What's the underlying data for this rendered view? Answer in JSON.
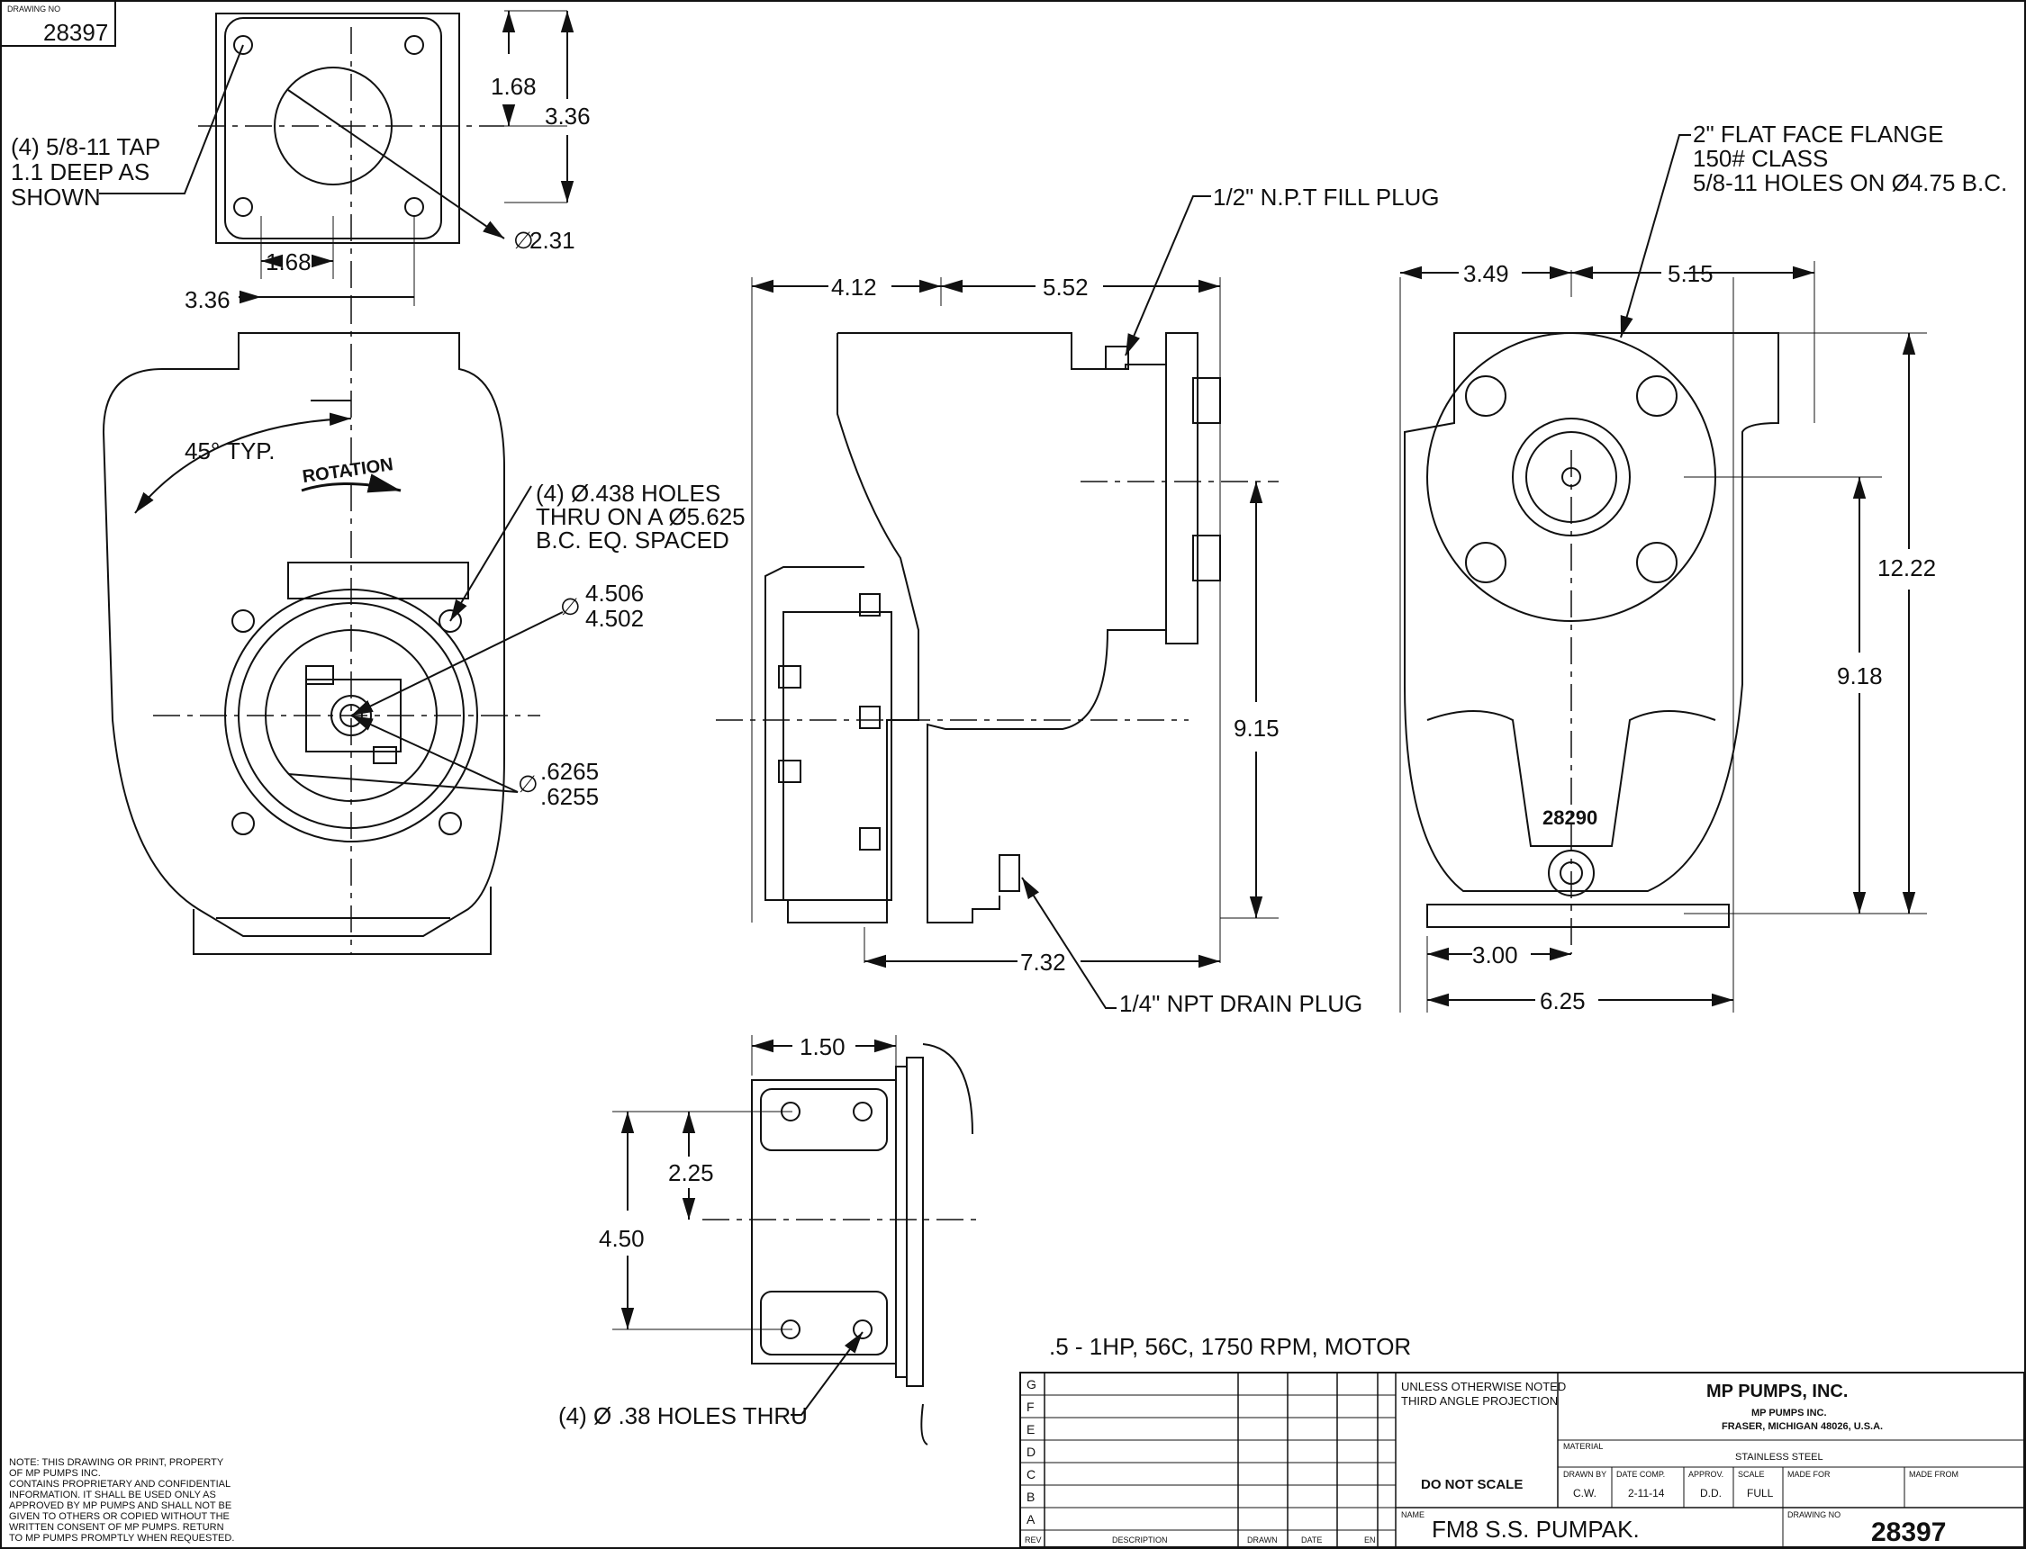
{
  "title_block_top": {
    "drawing_no_label": "DRAWING NO",
    "drawing_no": "28397"
  },
  "views": {
    "flange_top": {
      "tap_note": [
        "(4) 5/8-11 TAP",
        "1.1 DEEP AS",
        "SHOWN"
      ],
      "dims": {
        "v_half": "1.68",
        "v_full": "3.36",
        "bore": "2.31",
        "h_half": "1.68",
        "h_full": "3.36"
      }
    },
    "front": {
      "angle_note": "45° TYP.",
      "rotation": "ROTATION",
      "holes_note": [
        "(4) Ø.438 HOLES",
        "THRU ON A Ø5.625",
        "B.C.  EQ. SPACED"
      ],
      "pilot_dia": [
        "4.506",
        "4.502"
      ],
      "shaft_dia": [
        ".6265",
        ".6255"
      ]
    },
    "side": {
      "fill_plug": "1/2\" N.P.T FILL PLUG",
      "drain_plug": "1/4\" NPT DRAIN PLUG",
      "dims": {
        "left": "4.12",
        "right": "5.52",
        "height": "9.15",
        "length": "7.32"
      }
    },
    "outlet": {
      "flange_note": [
        "2\" FLAT FACE FLANGE",
        "150# CLASS",
        "5/8-11 HOLES ON Ø4.75 B.C."
      ],
      "casting_no": "28290",
      "dims": {
        "w_left": "3.49",
        "w_right": "5.15",
        "h_full": "12.22",
        "h_center": "9.18",
        "base_half": "3.00",
        "base_full": "6.25"
      }
    },
    "foot": {
      "dims": {
        "offset": "1.50",
        "half": "2.25",
        "full": "4.50"
      },
      "holes_note": "(4) Ø .38 HOLES THRU"
    }
  },
  "motor_note": ".5 - 1HP, 56C, 1750 RPM, MOTOR",
  "property_note": [
    "NOTE: THIS DRAWING OR PRINT, PROPERTY",
    "OF MP PUMPS INC.",
    "CONTAINS  PROPRIETARY AND CONFIDENTIAL",
    "INFORMATION. IT SHALL BE USED ONLY AS",
    "APPROVED BY MP PUMPS AND SHALL NOT BE",
    "GIVEN TO OTHERS OR COPIED WITHOUT THE",
    "WRITTEN CONSENT OF MP PUMPS. RETURN",
    "TO MP PUMPS PROMPTLY WHEN REQUESTED."
  ],
  "title_block": {
    "rev_letters": [
      "G",
      "F",
      "E",
      "D",
      "C",
      "B",
      "A"
    ],
    "rev_headers": [
      "REV",
      "DESCRIPTION",
      "DRAWN",
      "DATE",
      "EN"
    ],
    "notes": [
      "UNLESS OTHERWISE NOTED",
      "THIRD ANGLE PROJECTION"
    ],
    "do_not_scale": "DO NOT SCALE",
    "company": "MP PUMPS, INC.",
    "company_sub": "MP PUMPS INC.",
    "address": "FRASER, MICHIGAN  48026, U.S.A.",
    "material_label": "MATERIAL",
    "material": "STAINLESS STEEL",
    "drawn_by_label": "DRAWN BY",
    "drawn_by": "C.W.",
    "date_comp_label": "DATE COMP.",
    "date_comp": "2-11-14",
    "approv_label": "APPROV.",
    "approv": "D.D.",
    "scale_label": "SCALE",
    "scale": "FULL",
    "made_for_label": "MADE FOR",
    "made_from_label": "MADE FROM",
    "name_label": "NAME",
    "name": "FM8 S.S. PUMPAK.",
    "drawing_no_label": "DRAWING NO",
    "drawing_no": "28397"
  }
}
